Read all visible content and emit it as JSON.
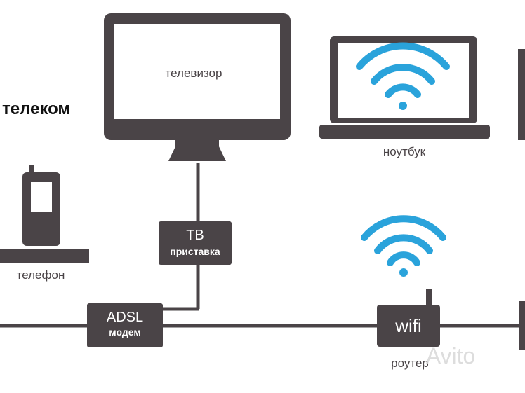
{
  "brand_text": "телеком",
  "devices": {
    "tv_label": "телевизор",
    "laptop_label": "ноутбук",
    "phone_label": "телефон",
    "router_label": "роутер"
  },
  "boxes": {
    "tv_box_title": "ТВ",
    "tv_box_subtitle": "приставка",
    "adsl_title": "ADSL",
    "adsl_subtitle": "модем",
    "router_text": "wifi"
  },
  "watermark": "Avito",
  "colors": {
    "device": "#4a4447",
    "wifi": "#2aa3db",
    "background": "#ffffff"
  },
  "icons": [
    "wifi-icon",
    "phone-icon",
    "tv-icon",
    "laptop-icon",
    "router-icon"
  ]
}
